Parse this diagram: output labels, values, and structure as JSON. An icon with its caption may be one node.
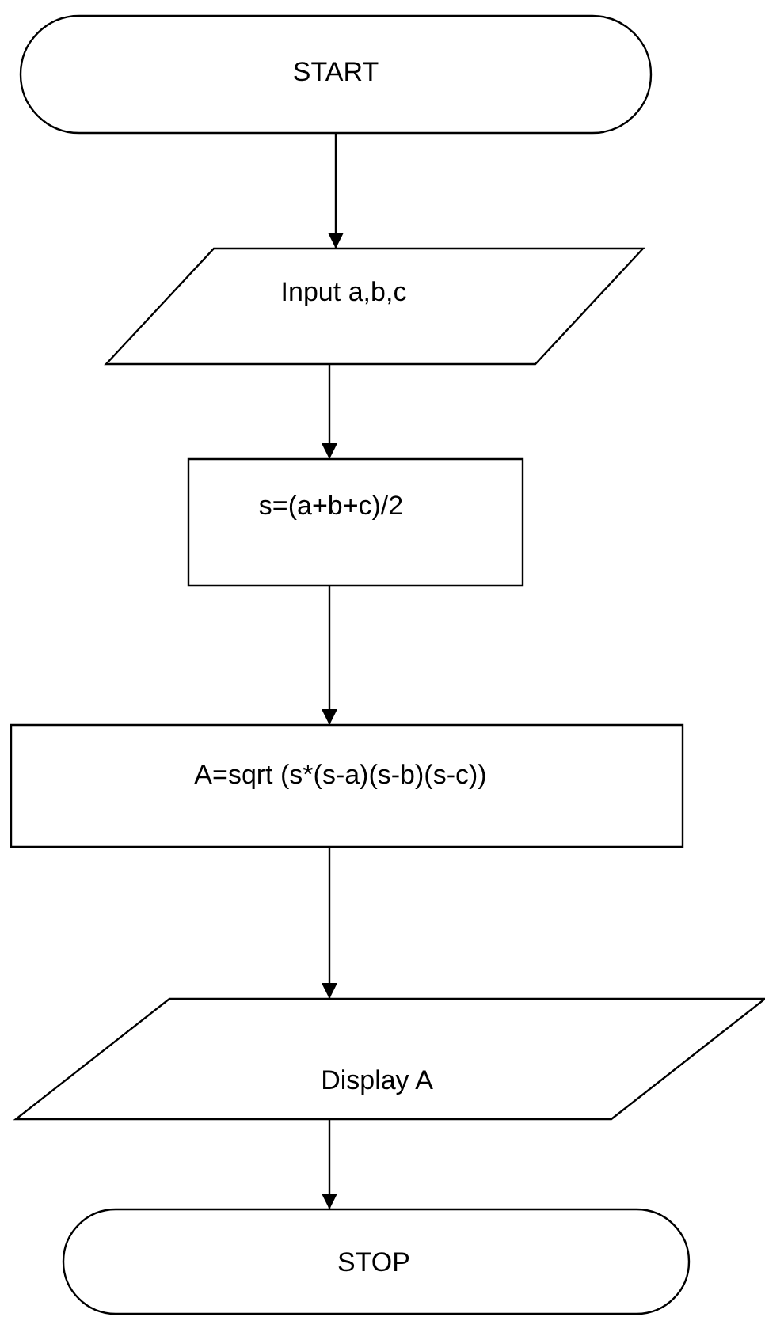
{
  "diagram": {
    "nodes": [
      {
        "text": [
          "START"
        ]
      },
      {
        "text": [
          "Input a,b,c"
        ]
      },
      {
        "text": [
          "s=(a+b+c)/2"
        ]
      },
      {
        "text": [
          "A=sqrt (s*(s-a)(s-b)(s-c))"
        ]
      },
      {
        "text": [
          "Display A"
        ]
      },
      {
        "text": [
          "STOP"
        ]
      }
    ],
    "edges": [
      {
        "from": 0,
        "to": 1,
        "arrow": "to"
      },
      {
        "from": 1,
        "to": 2,
        "arrow": "to"
      },
      {
        "from": 2,
        "to": 3,
        "arrow": "to"
      },
      {
        "from": 3,
        "to": 4,
        "arrow": "to"
      },
      {
        "from": 4,
        "to": 5,
        "arrow": "to"
      }
    ]
  }
}
